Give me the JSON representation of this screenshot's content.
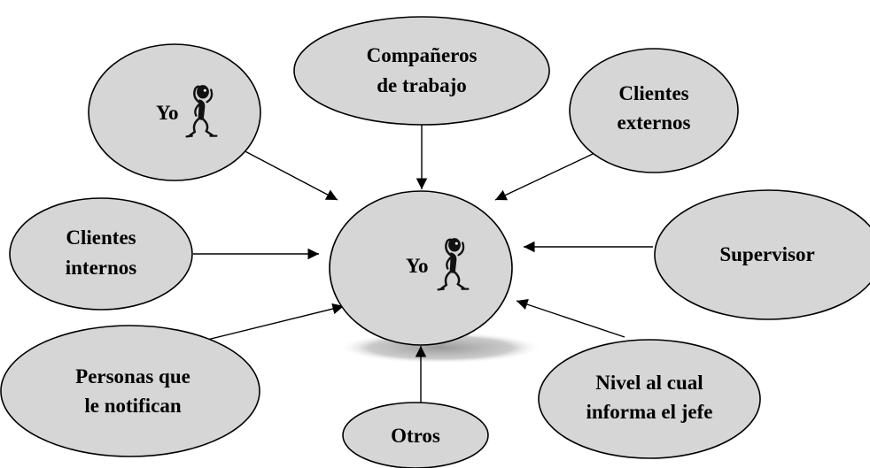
{
  "diagram": {
    "center": {
      "label": "Yo",
      "icon": "stick-figure-icon"
    },
    "nodes": {
      "yo": {
        "label": "Yo",
        "icon": "stick-figure-icon"
      },
      "coworkers": {
        "line1": "Compañeros",
        "line2": "de trabajo"
      },
      "external_clients": {
        "line1": "Clientes",
        "line2": "externos"
      },
      "internal_clients": {
        "line1": "Clientes",
        "line2": "internos"
      },
      "supervisor": {
        "line1": "Supervisor"
      },
      "notifiers": {
        "line1": "Personas que",
        "line2": "le notifican"
      },
      "boss_level": {
        "line1": "Nivel al cual",
        "line2": "informa el jefe"
      },
      "others": {
        "line1": "Otros"
      }
    },
    "colors": {
      "node_fill": "#d6d6d6",
      "stroke": "#000000",
      "shadow": "#9a9a9a"
    }
  }
}
